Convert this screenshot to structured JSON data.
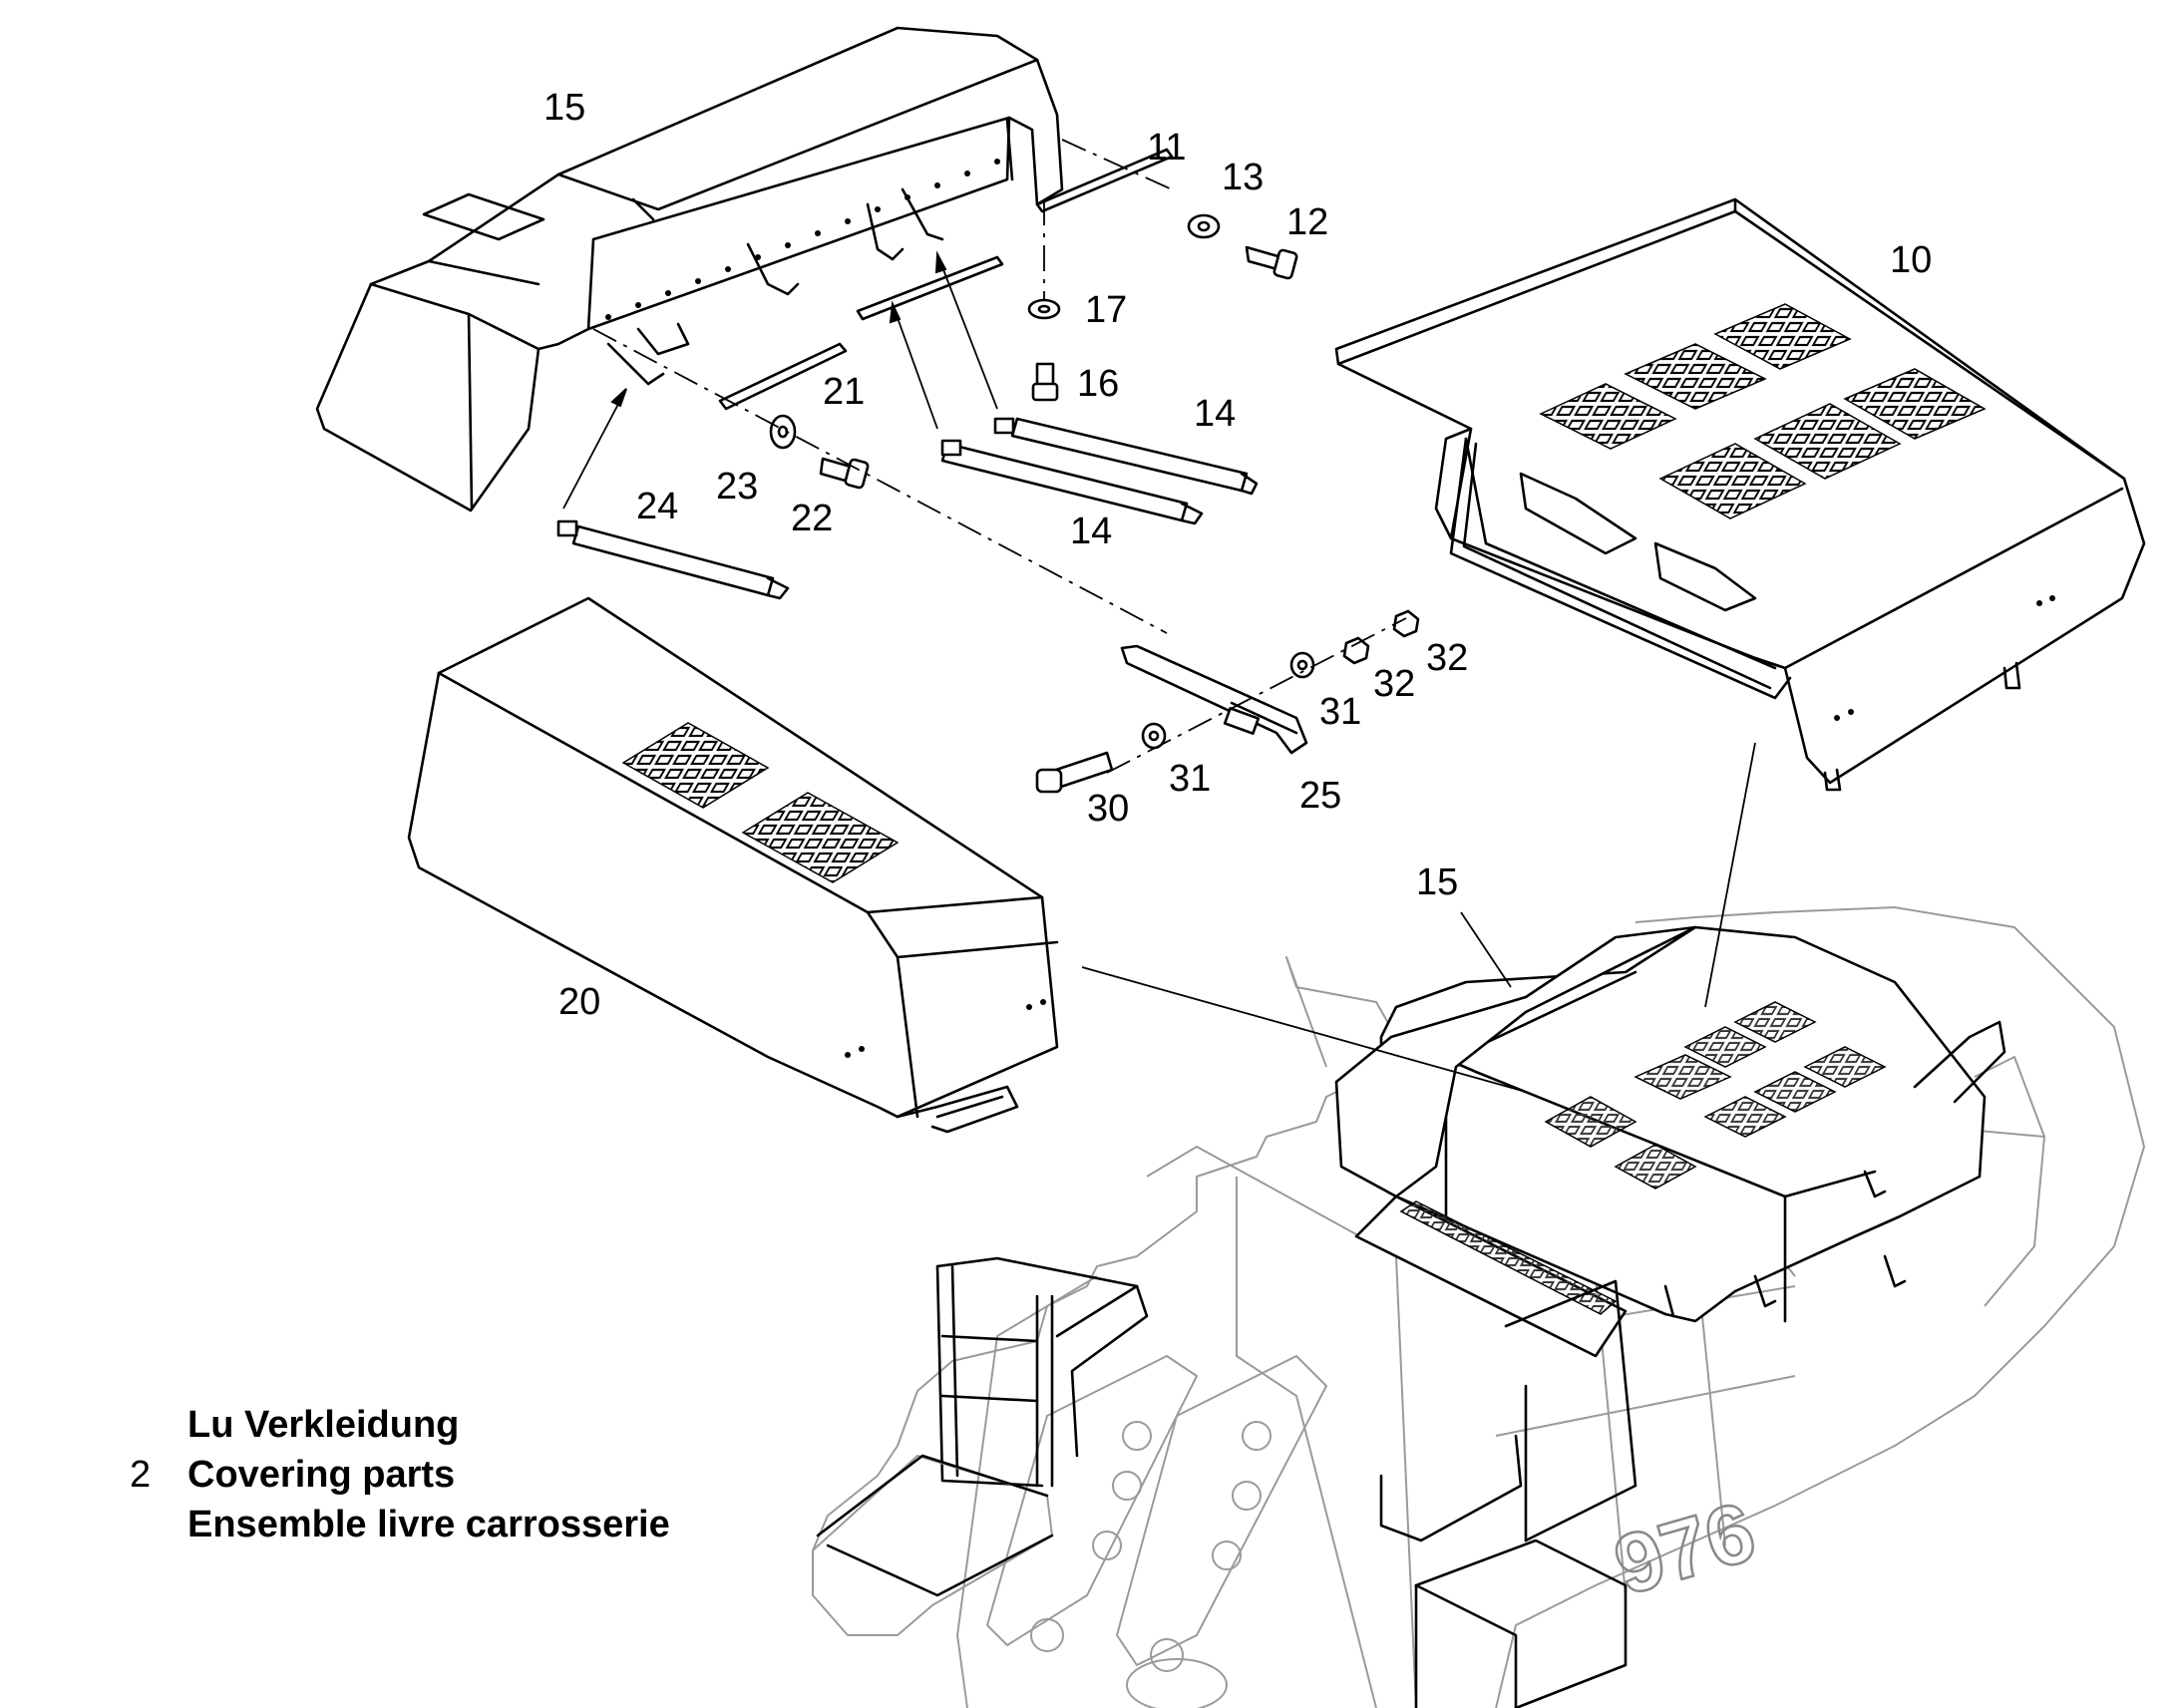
{
  "callouts": [
    {
      "id": "15a",
      "text": "15"
    },
    {
      "id": "11",
      "text": "11"
    },
    {
      "id": "13",
      "text": "13"
    },
    {
      "id": "12",
      "text": "12"
    },
    {
      "id": "10",
      "text": "10"
    },
    {
      "id": "17",
      "text": "17"
    },
    {
      "id": "16",
      "text": "16"
    },
    {
      "id": "21",
      "text": "21"
    },
    {
      "id": "14a",
      "text": "14"
    },
    {
      "id": "14b",
      "text": "14"
    },
    {
      "id": "24",
      "text": "24"
    },
    {
      "id": "23",
      "text": "23"
    },
    {
      "id": "22",
      "text": "22"
    },
    {
      "id": "32a",
      "text": "32"
    },
    {
      "id": "32b",
      "text": "32"
    },
    {
      "id": "31a",
      "text": "31"
    },
    {
      "id": "31b",
      "text": "31"
    },
    {
      "id": "25",
      "text": "25"
    },
    {
      "id": "30",
      "text": "30"
    },
    {
      "id": "15b",
      "text": "15"
    },
    {
      "id": "20",
      "text": "20"
    }
  ],
  "caption": {
    "number": "2",
    "line_de": "Lu Verkleidung",
    "line_en": "Covering parts",
    "line_fr": "Ensemble livre carrosserie"
  },
  "machine_badge": "976"
}
